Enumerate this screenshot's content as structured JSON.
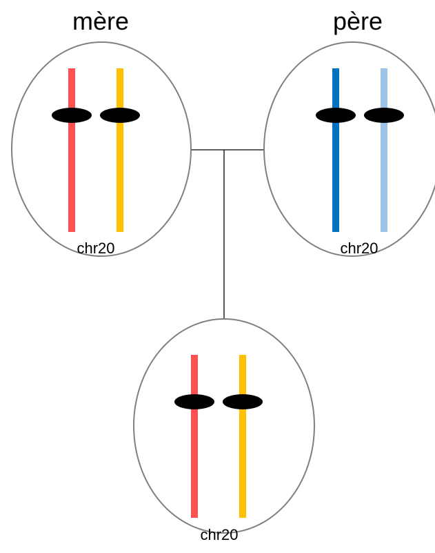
{
  "labels": {
    "mother": "mère",
    "father": "père",
    "chromosome": "chr20"
  },
  "colors": {
    "cell_outline": "#7f7f7f",
    "mother_chromosome_1": "#ff5050",
    "mother_chromosome_2": "#ffc000",
    "father_chromosome_1": "#0070c0",
    "father_chromosome_2": "#9dc3e6",
    "child_chromosome_1": "#ff5050",
    "child_chromosome_2": "#ffc000",
    "centromere": "#000000"
  },
  "cells": {
    "mother": {
      "chromosome_colors": [
        "#ff5050",
        "#ffc000"
      ]
    },
    "father": {
      "chromosome_colors": [
        "#0070c0",
        "#9dc3e6"
      ]
    },
    "child": {
      "chromosome_colors": [
        "#ff5050",
        "#ffc000"
      ]
    }
  }
}
